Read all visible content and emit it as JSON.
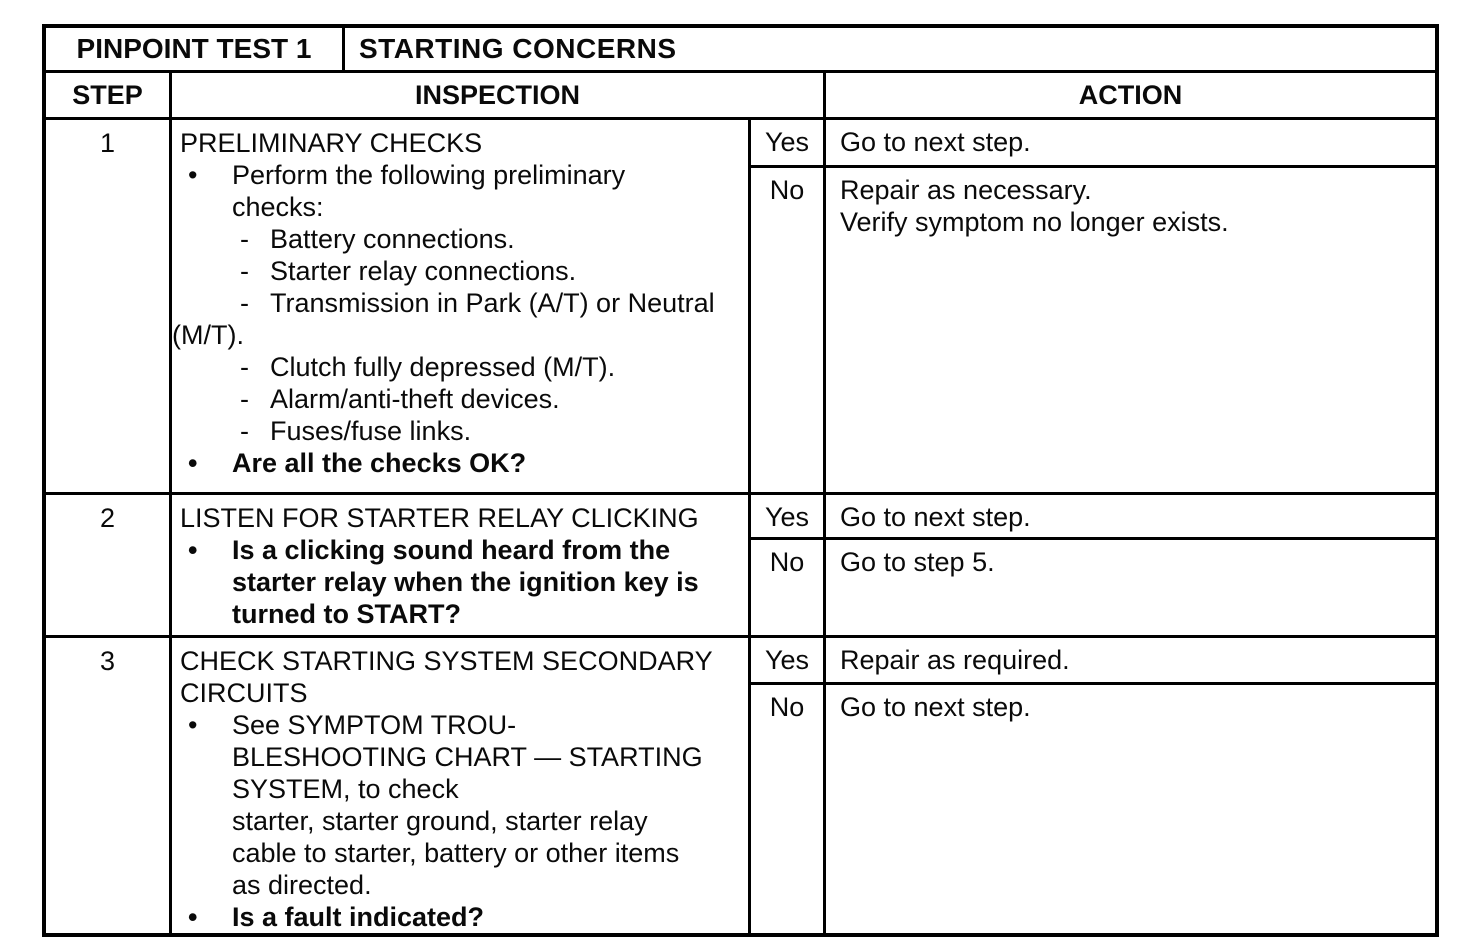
{
  "doc": {
    "test_label": "PINPOINT TEST 1",
    "test_title": "STARTING CONCERNS"
  },
  "headers": {
    "step": "STEP",
    "inspection": "INSPECTION",
    "action": "ACTION"
  },
  "markers": {
    "bullet": "•",
    "dash": "-"
  },
  "rows": [
    {
      "step": "1",
      "lines": [
        "PRELIMINARY CHECKS",
        "Perform the following preliminary",
        "checks:",
        "Battery connections.",
        "Starter relay connections.",
        "Transmission in Park (A/T) or Neutral",
        "(M/T).",
        "Clutch fully depressed (M/T).",
        "Alarm/anti-theft devices.",
        "Fuses/fuse links.",
        "Are all the checks OK?"
      ],
      "yes_label": "Yes",
      "yes_actions": [
        "Go to next step."
      ],
      "no_label": "No",
      "no_actions": [
        "Repair as necessary.",
        "Verify symptom no longer exists."
      ]
    },
    {
      "step": "2",
      "lines": [
        "LISTEN FOR STARTER RELAY CLICKING",
        "Is a clicking sound heard from the",
        "starter relay when the ignition key is",
        "turned to START?"
      ],
      "yes_label": "Yes",
      "yes_actions": [
        "Go to next step."
      ],
      "no_label": "No",
      "no_actions": [
        "Go to step 5."
      ]
    },
    {
      "step": "3",
      "lines": [
        "CHECK STARTING SYSTEM SECONDARY",
        "CIRCUITS",
        "See SYMPTOM TROU-",
        "BLESHOOTING CHART — STARTING",
        "SYSTEM, to check",
        "starter, starter ground, starter relay",
        "cable to starter, battery or other items",
        "as directed.",
        "Is a fault indicated?"
      ],
      "yes_label": "Yes",
      "yes_actions": [
        "Repair as required."
      ],
      "no_label": "No",
      "no_actions": [
        "Go to next step."
      ]
    }
  ]
}
